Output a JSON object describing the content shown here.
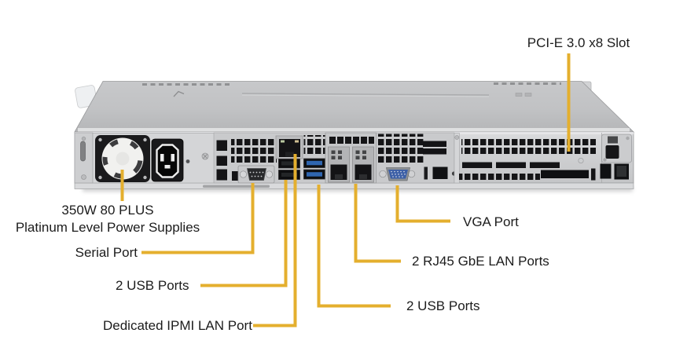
{
  "callouts": {
    "pcie_slot": "PCI-E 3.0 x8 Slot",
    "power_supply_line1": "350W 80 PLUS",
    "power_supply_line2": "Platinum Level Power Supplies",
    "serial_port": "Serial Port",
    "usb_ports_left": "2 USB Ports",
    "ipmi_lan_port": "Dedicated IPMI LAN Port",
    "vga_port": "VGA Port",
    "lan_ports": "2 RJ45 GbE LAN Ports",
    "usb_ports_right": "2 USB Ports"
  },
  "hardware_features": [
    "power-supply-fan",
    "ac-power-inlet",
    "serial-port",
    "dedicated-ipmi-lan-port",
    "usb2-ports",
    "usb3-ports",
    "gbe-lan-port-1",
    "gbe-lan-port-2",
    "vga-port",
    "pcie-slot-vents",
    "chassis-lock-latch"
  ],
  "colors": {
    "background": "#ffffff",
    "leader_line": "#e4af2e",
    "label_text": "#1c1c1c",
    "usb3_blue": "#2f66b0",
    "vga_blue": "#3c5fa6",
    "chassis_silver": "#c9cacc",
    "port_black": "#141416"
  }
}
